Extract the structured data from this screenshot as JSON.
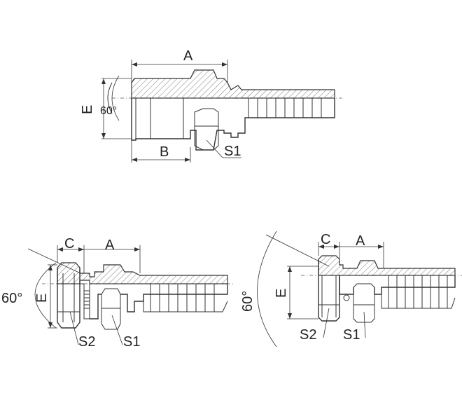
{
  "figures": {
    "top": {
      "dim_a": "A",
      "dim_b": "B",
      "dim_e": "E",
      "angle": "60°",
      "hex_s1": "S1"
    },
    "bottom_left": {
      "dim_c": "C",
      "dim_a": "A",
      "dim_e": "E",
      "angle": "60°",
      "hex_s2": "S2",
      "hex_s1": "S1"
    },
    "bottom_right": {
      "dim_c": "C",
      "dim_a": "A",
      "dim_e": "E",
      "angle": "60°",
      "hex_s2": "S2",
      "hex_s1": "S1"
    }
  }
}
